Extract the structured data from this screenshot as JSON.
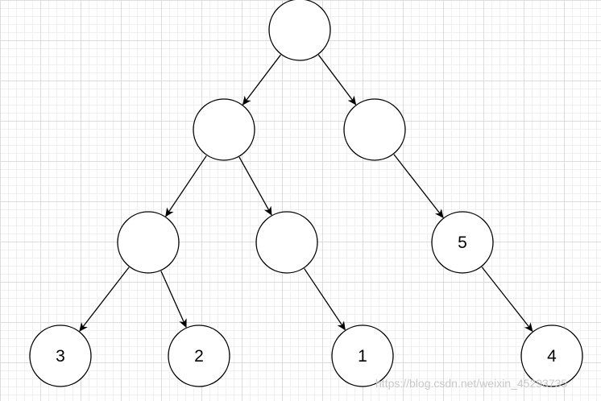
{
  "diagram": {
    "nodes": [
      {
        "id": "root",
        "label": ""
      },
      {
        "id": "n-l",
        "label": ""
      },
      {
        "id": "n-r",
        "label": ""
      },
      {
        "id": "n-ll",
        "label": ""
      },
      {
        "id": "n-lr",
        "label": ""
      },
      {
        "id": "n-5",
        "label": "5"
      },
      {
        "id": "n-3",
        "label": "3"
      },
      {
        "id": "n-2",
        "label": "2"
      },
      {
        "id": "n-1",
        "label": "1"
      },
      {
        "id": "n-4",
        "label": "4"
      }
    ],
    "edges": [
      {
        "from": "root",
        "to": "n-l"
      },
      {
        "from": "root",
        "to": "n-r"
      },
      {
        "from": "n-l",
        "to": "n-ll"
      },
      {
        "from": "n-l",
        "to": "n-lr"
      },
      {
        "from": "n-r",
        "to": "n-5"
      },
      {
        "from": "n-ll",
        "to": "n-3"
      },
      {
        "from": "n-ll",
        "to": "n-2"
      },
      {
        "from": "n-lr",
        "to": "n-1"
      },
      {
        "from": "n-5",
        "to": "n-4"
      }
    ]
  },
  "watermark": "https://blog.csdn.net/weixin_45293735"
}
